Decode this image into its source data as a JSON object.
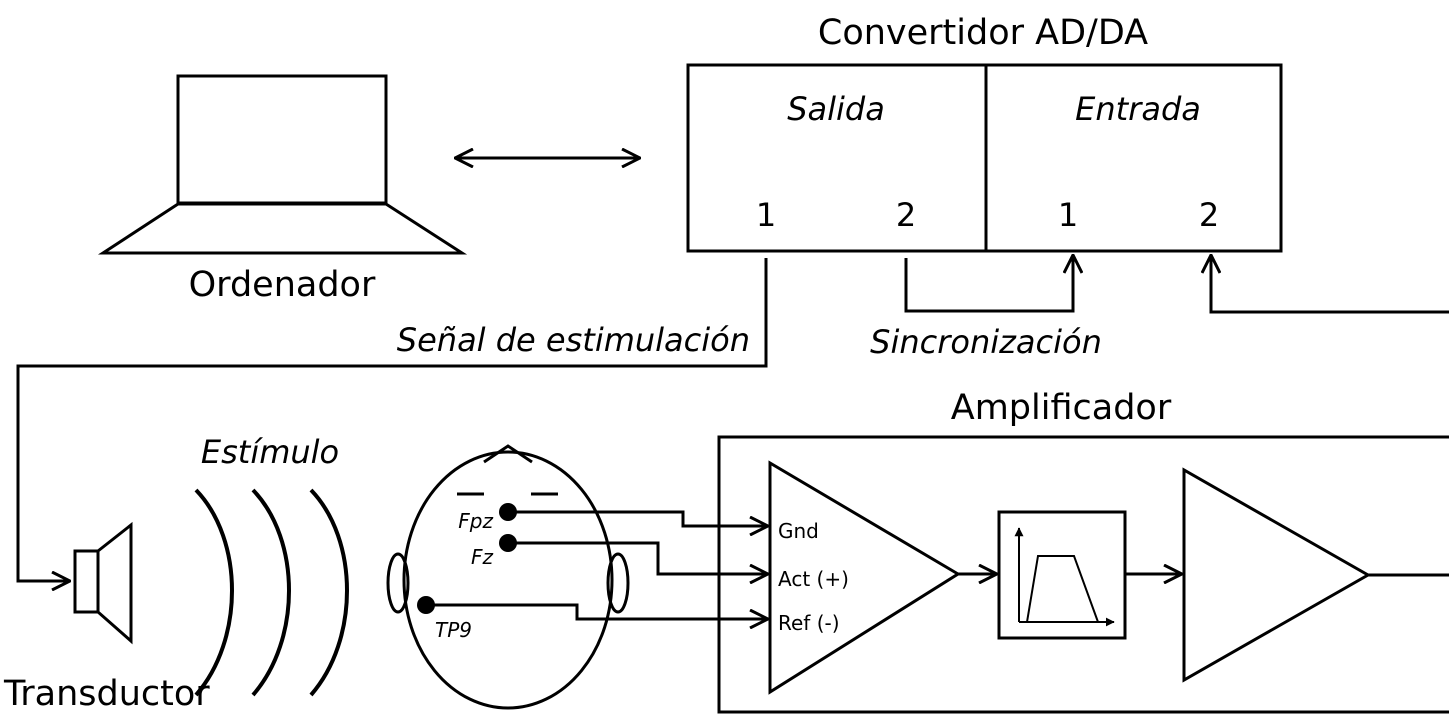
{
  "converter": {
    "title": "Convertidor AD/DA",
    "output_label": "Salida",
    "input_label": "Entrada",
    "output_ch1": "1",
    "output_ch2": "2",
    "input_ch1": "1",
    "input_ch2": "2"
  },
  "computer": {
    "label": "Ordenador"
  },
  "signals": {
    "stimulation": "Señal de estimulación",
    "sync": "Sincronización"
  },
  "stimulus": {
    "label": "Estímulo"
  },
  "transducer": {
    "label": "Transductor"
  },
  "electrodes": {
    "fpz": "Fpz",
    "fz": "Fz",
    "tp9": "TP9"
  },
  "amplifier": {
    "title": "Amplificador",
    "gnd": "Gnd",
    "act": "Act (+)",
    "ref": "Ref (-)"
  }
}
